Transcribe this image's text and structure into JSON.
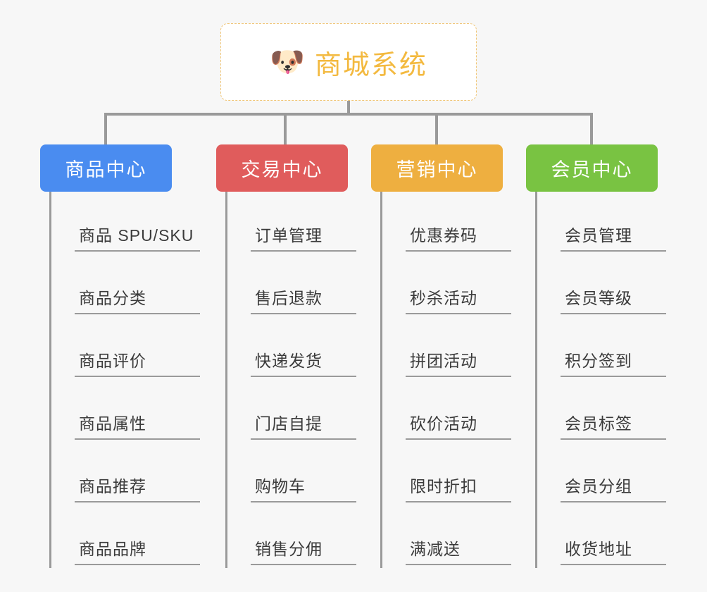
{
  "diagram": {
    "title": "商城系统",
    "root": {
      "icon": "shiba-dog-face-icon",
      "emoji": "🐶",
      "label": "商城系统",
      "text_color": "#f3b93f",
      "border_color": "#f0c678",
      "background": "#ffffff"
    },
    "background": "#f7f7f7",
    "line_color": "#9a9a9a",
    "branches": [
      {
        "label": "商品中心",
        "color": "#4a8cf0",
        "items": [
          "商品 SPU/SKU",
          "商品分类",
          "商品评价",
          "商品属性",
          "商品推荐",
          "商品品牌"
        ]
      },
      {
        "label": "交易中心",
        "color": "#e05c5c",
        "items": [
          "订单管理",
          "售后退款",
          "快递发货",
          "门店自提",
          "购物车",
          "销售分佣"
        ]
      },
      {
        "label": "营销中心",
        "color": "#eeaf40",
        "items": [
          "优惠券码",
          "秒杀活动",
          "拼团活动",
          "砍价活动",
          "限时折扣",
          "满减送"
        ]
      },
      {
        "label": "会员中心",
        "color": "#79c342",
        "items": [
          "会员管理",
          "会员等级",
          "积分签到",
          "会员标签",
          "会员分组",
          "收货地址"
        ]
      }
    ]
  }
}
